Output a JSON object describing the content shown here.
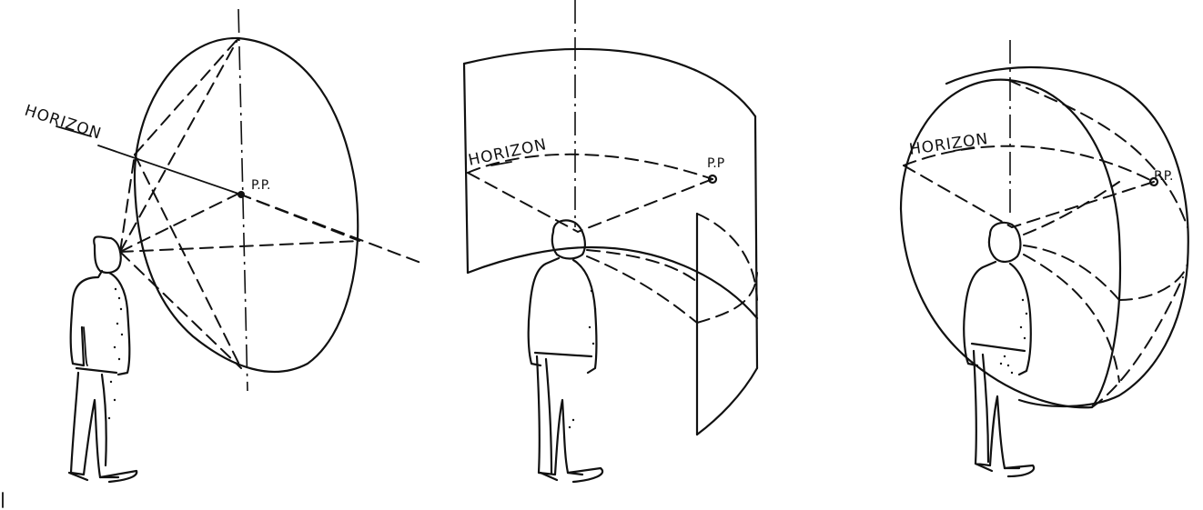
{
  "diagram": {
    "panels": [
      {
        "horizon_label": "HORIZON",
        "pp_label": "P.P."
      },
      {
        "horizon_label": "HORIZON",
        "pp_label": "P.P"
      },
      {
        "horizon_label": "HORIZON",
        "pp_label": "P.P."
      }
    ]
  }
}
